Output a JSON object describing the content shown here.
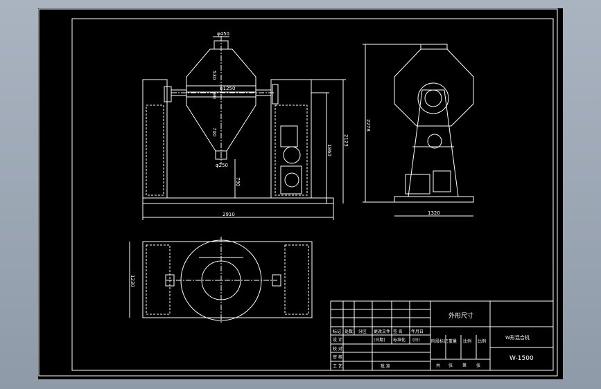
{
  "dimensions": {
    "top_diameter": "φ450",
    "top_cone_height": "530",
    "body_diameter": "φ1250",
    "band_height": "90",
    "bottom_cone_height": "700",
    "outlet_diameter": "φ250",
    "outlet_height": "790",
    "axis_height": "1860",
    "total_height_front": "2123",
    "total_width": "2910",
    "total_height_side": "2278",
    "side_width": "1320",
    "plan_depth": "1230"
  },
  "title_block": {
    "drawing_title": "外形尺寸",
    "machine_name": "W形混合机",
    "model": "W-1500",
    "row1": [
      "标记",
      "处数",
      "分区",
      "更改文件",
      "签 名",
      "年月日"
    ],
    "row2": [
      "设 计",
      "",
      "",
      "(日期)",
      "标准化",
      "(日)"
    ],
    "row3": [
      "校 对"
    ],
    "row4": [
      "审 核"
    ],
    "row5": [
      "工 艺",
      "",
      "",
      "批 准"
    ],
    "stage_headers": [
      "阶段标记",
      "重量",
      "比例",
      "比例"
    ],
    "sheet_info": [
      "共",
      "张",
      "第",
      "张"
    ]
  }
}
